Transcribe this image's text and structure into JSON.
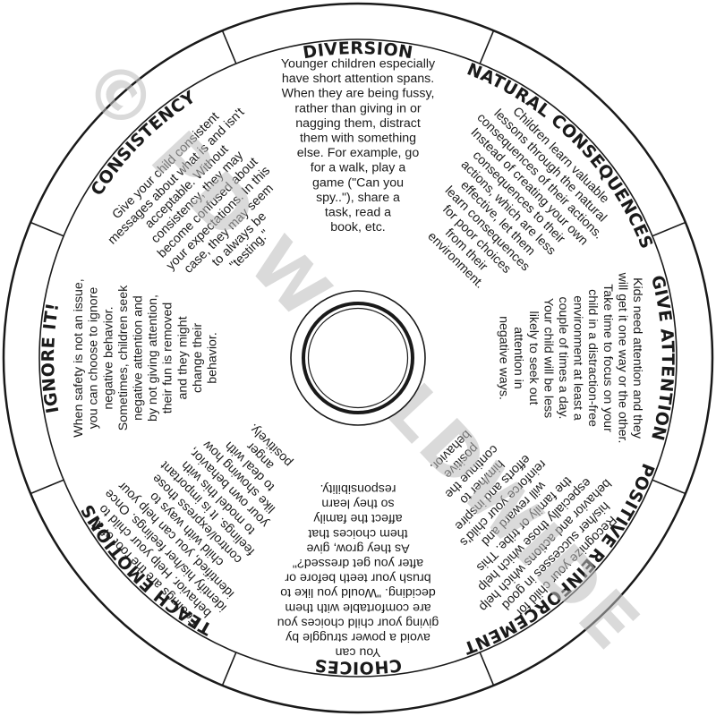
{
  "colors": {
    "ink": "#1a1a1a",
    "ring": "#1a1a1a",
    "watermark": "#bdbdbd"
  },
  "watermark": "© PD WORLDWIDE",
  "segments": [
    {
      "title": "DIVERSION",
      "lines": [
        "Younger children especially",
        "have short attention spans.",
        "When they are being fussy,",
        "rather than giving in or",
        "nagging them, distract",
        "them with something",
        "else. For example, go",
        "for a walk, play a",
        "game (\"Can you",
        "spy..\"), share a",
        "task, read a",
        "book, etc."
      ]
    },
    {
      "title": "NATURAL CONSEQUENCES",
      "lines": [
        "Children learn valuable",
        "lessons through the natural",
        "consequences of their actions.",
        "Instead of creating your own",
        "consequences to their",
        "actions, which are less",
        "effective, let them",
        "learn consequences",
        "for poor choices",
        "from their",
        "environment."
      ]
    },
    {
      "title": "GIVE ATTENTION",
      "lines": [
        "Kids need attention and they",
        "will get it one way or the other.",
        "Take time to focus on your",
        "child in a distraction-free",
        "environment at least a",
        "couple of times a day.",
        "Your child will be less",
        "likely to seek out",
        "attention in",
        "negative ways."
      ]
    },
    {
      "title": "POSITIVE REINFORCEMENT",
      "lines": [
        "Recognize your child for",
        "his/her successes in good",
        "behavior and actions which help",
        "especially those which help",
        "the family or tribe. This",
        "will reward and",
        "reinforce your child's",
        "efforts and inspire",
        "him/her to",
        "continue the",
        "positive",
        "behavior."
      ]
    },
    {
      "title": "CHOICES",
      "lines": [
        "You can",
        "avoid a power struggle by",
        "giving your child choices you",
        "are comfortable with them",
        "deciding. \"Would you like to",
        "brush your teeth before or",
        "after you get dressed?\"",
        "As they grow, give",
        "them choices that",
        "affect the family",
        "so they learn",
        "responsibility."
      ]
    },
    {
      "title": "TEACH EMOTIONS",
      "lines": [
        "Feelings are the root of all",
        "behavior. Help your child to",
        "identify his/her feelings. Once",
        "identified, you can help your",
        "child with ways to",
        "control/express those",
        "feelings. It is important",
        "to model this with",
        "your own behavior,",
        "like showing how",
        "to deal with",
        "anger",
        "positively."
      ]
    },
    {
      "title": "IGNORE IT!",
      "lines": [
        "When safety is not an issue,",
        "you can choose to ignore",
        "negative behavior.",
        "Sometimes, children seek",
        "negative attention and",
        "by not giving attention,",
        "their fun is removed",
        "and they might",
        "change their",
        "behavior."
      ]
    },
    {
      "title": "CONSISTENCY",
      "lines": [
        "Give your child consistent",
        "messages about what is and isn't",
        "acceptable. Without",
        "consistency, they may",
        "become confused about",
        "your expectations. In this",
        "case, they may seem",
        "to always be",
        "\"testing.\""
      ]
    }
  ]
}
